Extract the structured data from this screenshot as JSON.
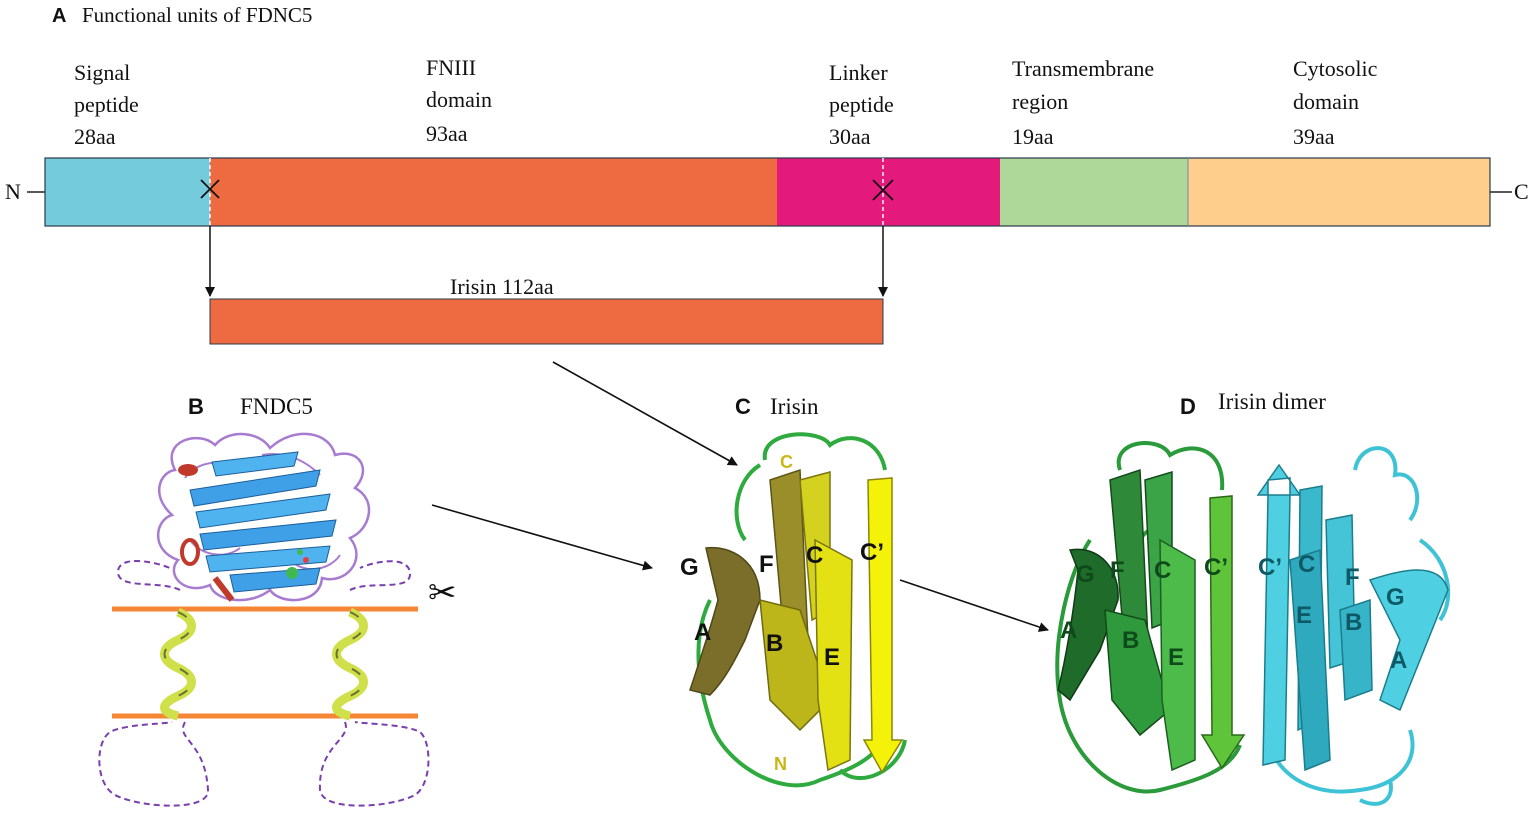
{
  "panel_a": {
    "letter": "A",
    "title": "Functional units of FDNC5",
    "n_terminus": "N",
    "c_terminus": "C",
    "segments": [
      {
        "line1": "Signal",
        "line2": "peptide",
        "length": "28aa",
        "color": "#74cbdc"
      },
      {
        "line1": "FNIII",
        "line2": "domain",
        "length": "93aa",
        "color": "#ee6a41"
      },
      {
        "line1": "Linker",
        "line2": "peptide",
        "length": "30aa",
        "color": "#e4197c"
      },
      {
        "line1": "Transmembrane",
        "line2": "region",
        "length": "19aa",
        "color": "#add89a"
      },
      {
        "line1": "Cytosolic",
        "line2": "domain",
        "length": "39aa",
        "color": "#fdce8c"
      }
    ],
    "irisin_label": "Irisin 112aa",
    "irisin_color": "#ee6a41"
  },
  "panel_b": {
    "letter": "B",
    "title": "FNDC5",
    "scissors": "✂",
    "membrane_color": "#f58634"
  },
  "panel_c": {
    "letter": "C",
    "title": "Irisin",
    "strands": {
      "g": "G",
      "f": "F",
      "c": "C",
      "c_prime": "C’",
      "a": "A",
      "b": "B",
      "e": "E"
    },
    "termini": {
      "c": "C",
      "n": "N"
    }
  },
  "panel_d": {
    "letter": "D",
    "title": "Irisin dimer",
    "left_strands": {
      "g": "G",
      "f": "F",
      "c": "C",
      "c_prime": "C’",
      "a": "A",
      "b": "B",
      "e": "E"
    },
    "right_strands": {
      "c_prime": "C’",
      "c": "C",
      "f": "F",
      "g": "G",
      "e": "E",
      "b": "B",
      "a": "A"
    }
  }
}
